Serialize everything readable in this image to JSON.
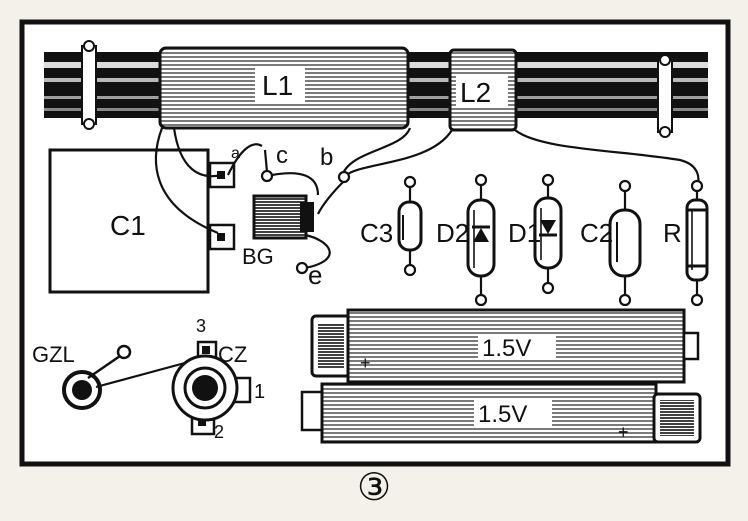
{
  "figure_number": "③",
  "components": {
    "inductor_1": "L1",
    "inductor_2": "L2",
    "capacitor_1": "C1",
    "capacitor_2": "C2",
    "capacitor_3": "C3",
    "diode_1": "D1",
    "diode_2": "D2",
    "resistor": "R",
    "transistor": "BG",
    "earphone_jack": "GZL",
    "switch": "CZ"
  },
  "transistor_pins": {
    "collector": "c",
    "base": "b",
    "emitter": "e",
    "top_pin": "a"
  },
  "switch_terminals": {
    "t1": "1",
    "t2": "2",
    "t3": "3"
  },
  "batteries": [
    {
      "label": "1.5V",
      "plus": "+"
    },
    {
      "label": "1.5V",
      "plus": "+"
    }
  ],
  "colors": {
    "ink": "#111111",
    "paper": "#f3f1ea",
    "board": "#ffffff"
  }
}
